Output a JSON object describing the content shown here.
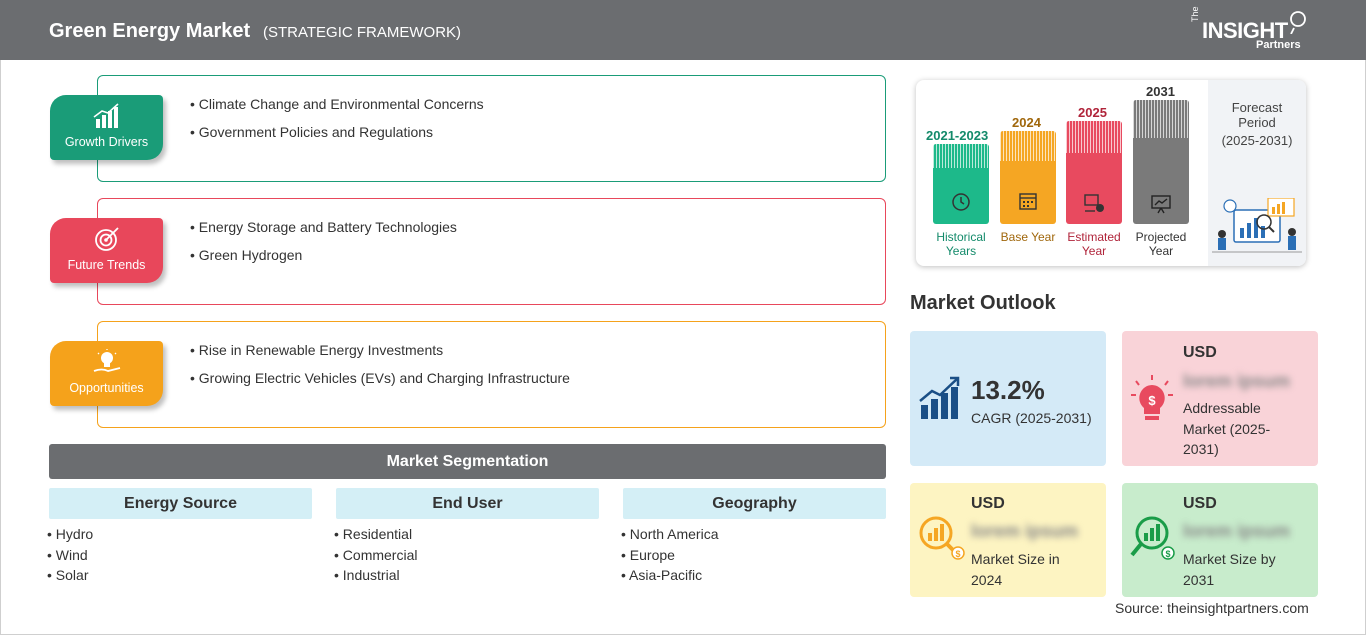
{
  "header": {
    "title": "Green Energy Market",
    "subtitle": "(STRATEGIC FRAMEWORK)",
    "logo_the": "The",
    "logo_insight": "INSIGHT",
    "logo_partners": "Partners"
  },
  "panels": [
    {
      "label": "Growth Drivers",
      "icon": "growth-chart-icon",
      "color": "#1a9c78",
      "items": [
        "Climate Change and Environmental Concerns",
        "Government Policies and Regulations"
      ]
    },
    {
      "label": "Future Trends",
      "icon": "target-icon",
      "color": "#e8475b",
      "items": [
        "Energy Storage and Battery Technologies",
        "Green Hydrogen"
      ]
    },
    {
      "label": "Opportunities",
      "icon": "lightbulb-hand-icon",
      "color": "#f5a21b",
      "items": [
        "Rise in Renewable Energy Investments",
        "Growing Electric Vehicles (EVs) and Charging Infrastructure"
      ]
    }
  ],
  "segmentation": {
    "title": "Market Segmentation",
    "columns": [
      {
        "heading": "Energy Source",
        "items": [
          "Hydro",
          "Wind",
          "Solar"
        ]
      },
      {
        "heading": "End User",
        "items": [
          "Residential",
          "Commercial",
          "Industrial"
        ]
      },
      {
        "heading": "Geography",
        "items": [
          "North America",
          "Europe",
          "Asia-Pacific"
        ]
      }
    ]
  },
  "forecast": {
    "period_title": "Forecast Period",
    "period_range": "(2025-2031)",
    "columns": [
      {
        "year": "2021-2023",
        "caption": "Historical Years",
        "color": "#1db98a",
        "year_color": "#138a6a",
        "icon": "history-clock-icon"
      },
      {
        "year": "2024",
        "caption": "Base Year",
        "color": "#f5a623",
        "year_color": "#a0670c",
        "icon": "calendar-icon"
      },
      {
        "year": "2025",
        "caption": "Estimated Year",
        "color": "#e84a5f",
        "year_color": "#b0243a",
        "icon": "estimate-icon"
      },
      {
        "year": "2031",
        "caption": "Projected Year",
        "color": "#7a7a7a",
        "year_color": "#333333",
        "icon": "presentation-icon"
      }
    ]
  },
  "outlook": {
    "title": "Market Outlook",
    "cagr": {
      "value": "13.2%",
      "label": "CAGR (2025-2031)",
      "bg": "#d4eaf7"
    },
    "addressable": {
      "usd": "USD",
      "value": "lorem ipsum",
      "label": "Addressable Market (2025-2031)",
      "bg": "#f9d3d8"
    },
    "size2024": {
      "usd": "USD",
      "value": "lorem ipsum",
      "label": "Market Size in 2024",
      "bg": "#fdf4c2"
    },
    "size2031": {
      "usd": "USD",
      "value": "lorem ipsum",
      "label": "Market Size by 2031",
      "bg": "#c8eccc"
    }
  },
  "source": "Source: theinsightpartners.com"
}
